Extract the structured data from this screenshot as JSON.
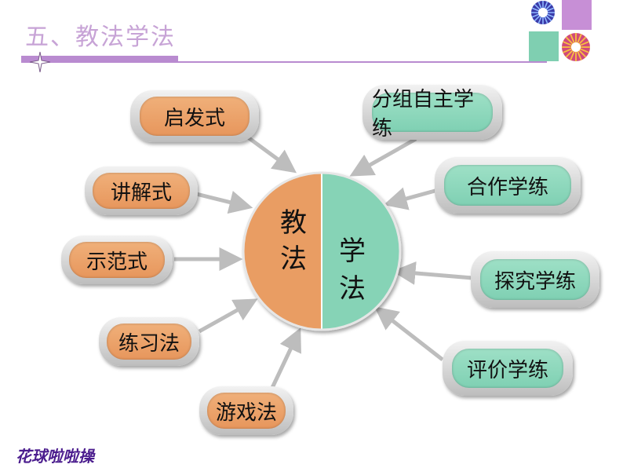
{
  "title": "五、教法学法",
  "center": {
    "left_label": [
      "教",
      "法"
    ],
    "right_label": [
      "学",
      "法"
    ]
  },
  "teaching_methods": [
    "启发式",
    "讲解式",
    "示范式",
    "练习法",
    "游戏法"
  ],
  "learning_methods": [
    "分组自主学练",
    "合作学练",
    "探究学练",
    "评价学练"
  ],
  "footer": "花球啦啦操",
  "colors": {
    "orange": "#e99d64",
    "green": "#86d3b6",
    "purple": "#b98bd0",
    "arrow": "#bdbdbd"
  }
}
